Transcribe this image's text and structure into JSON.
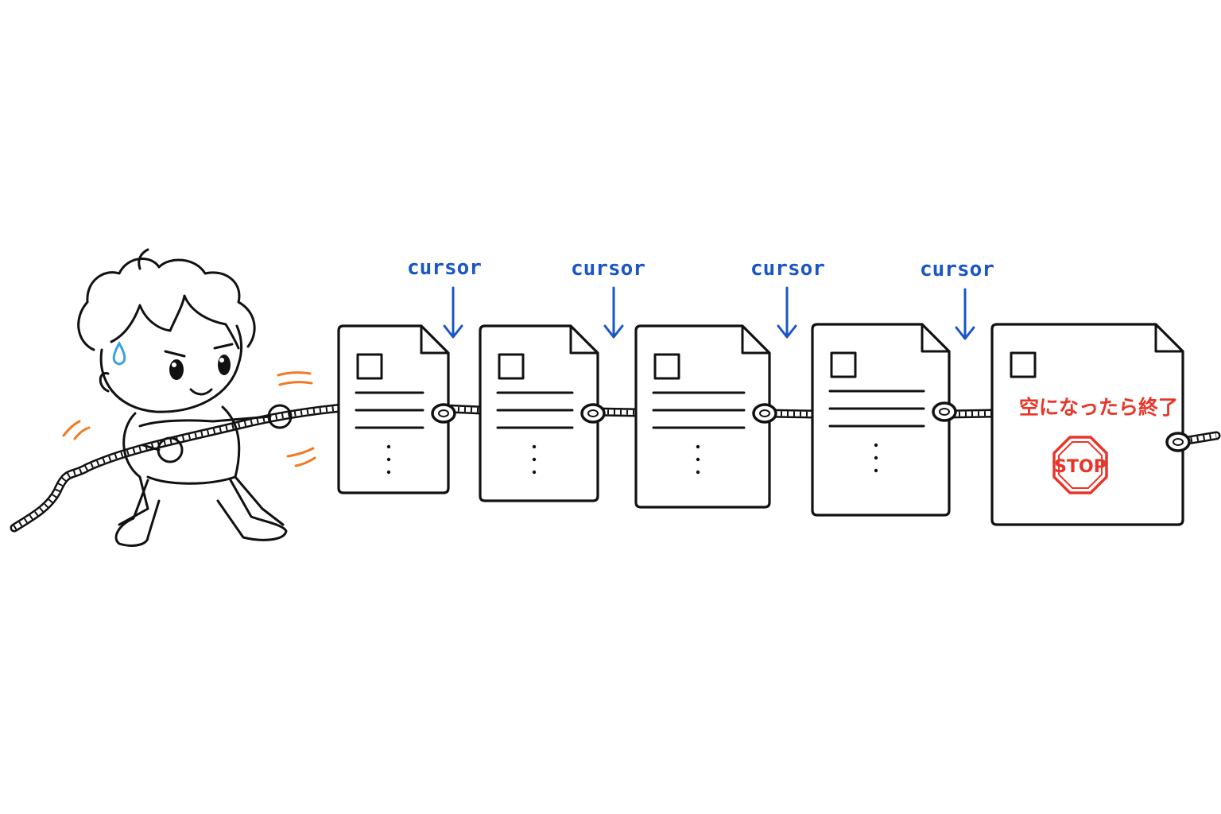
{
  "labels": {
    "cursor_1": "cursor",
    "cursor_2": "cursor",
    "cursor_3": "cursor",
    "cursor_4": "cursor",
    "end_text": "空になったら終了",
    "stop_sign": "STOP"
  },
  "colors": {
    "cursor_blue": "#1a56c4",
    "end_red": "#e8352a",
    "motion_orange": "#f07a22",
    "sweat_blue": "#3aa0e0",
    "ink": "#111111"
  },
  "icons": {
    "cursor_arrow": "down-arrow-icon",
    "page": "document-icon",
    "link": "chain-link-icon",
    "stop": "stop-sign-icon"
  }
}
